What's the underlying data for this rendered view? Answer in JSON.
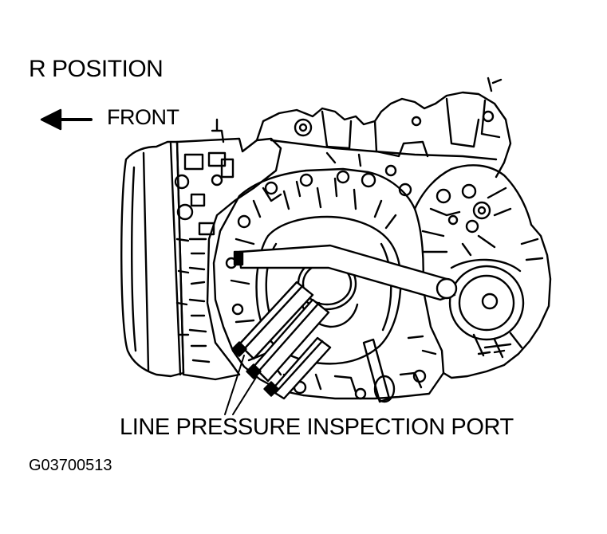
{
  "title": "R POSITION",
  "direction": {
    "label": "FRONT",
    "arrow_icon": "left-arrow-icon"
  },
  "callout": {
    "label": "LINE PRESSURE INSPECTION PORT"
  },
  "figure_id": "G03700513",
  "colors": {
    "ink": "#000000",
    "paper": "#ffffff"
  }
}
